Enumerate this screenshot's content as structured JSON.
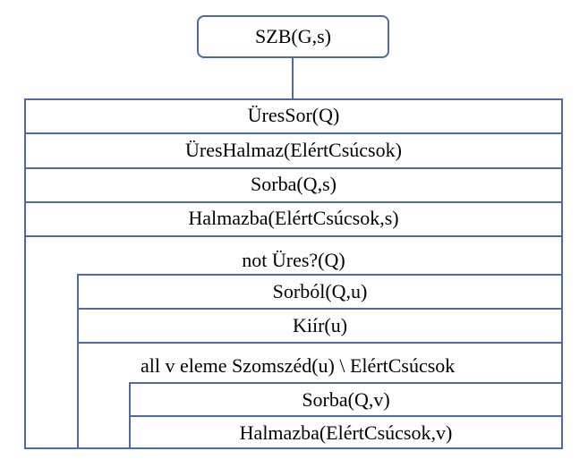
{
  "header": {
    "text": "SZB(G,s)"
  },
  "statements": [
    "ÜresSor(Q)",
    "ÜresHalmaz(ElértCsúcsok)",
    "Sorba(Q,s)",
    "Halmazba(ElértCsúcsok,s)"
  ],
  "outer_loop": {
    "condition": "not Üres?(Q)",
    "statements": [
      "Sorból(Q,u)",
      "Kiír(u)"
    ],
    "inner_loop": {
      "condition": "all v eleme Szomszéd(u) \\ ElértCsúcsok",
      "statements": [
        "Sorba(Q,v)",
        "Halmazba(ElértCsúcsok,v)"
      ]
    }
  },
  "colors": {
    "border": "#4a6aa8",
    "text": "#000000"
  }
}
